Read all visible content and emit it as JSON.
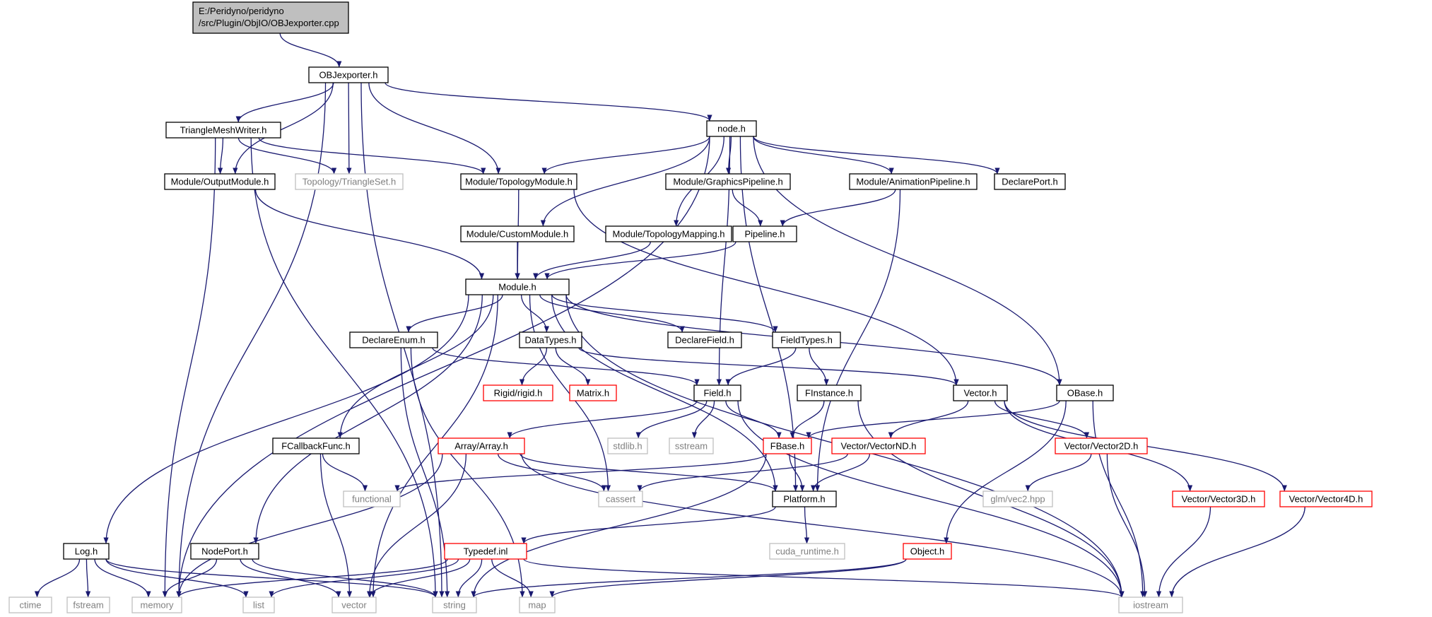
{
  "colors": {
    "edge": "#191970",
    "border_normal": "#000000",
    "border_root": "#000000",
    "border_ref": "#ff0000",
    "border_ext": "#bfbfbf",
    "fill_root": "#bfbfbf",
    "fill_normal": "#ffffff",
    "text_normal": "#000000",
    "text_ext": "#808080"
  },
  "nodes": {
    "root": {
      "lines": [
        "E:/Peridyno/peridyno",
        "/src/Plugin/ObjIO/OBJexporter.cpp"
      ],
      "kind": "root"
    },
    "objexporter": {
      "label": "OBJexporter.h",
      "kind": "normal"
    },
    "trianglemeshwriter": {
      "label": "TriangleMeshWriter.h",
      "kind": "normal"
    },
    "node": {
      "label": "node.h",
      "kind": "normal"
    },
    "outputmodule": {
      "label": "Module/OutputModule.h",
      "kind": "normal"
    },
    "triangleset": {
      "label": "Topology/TriangleSet.h",
      "kind": "ext"
    },
    "topologymodule": {
      "label": "Module/TopologyModule.h",
      "kind": "normal"
    },
    "graphicspipeline": {
      "label": "Module/GraphicsPipeline.h",
      "kind": "normal"
    },
    "animationpipeline": {
      "label": "Module/AnimationPipeline.h",
      "kind": "normal"
    },
    "declareport": {
      "label": "DeclarePort.h",
      "kind": "normal"
    },
    "custommodule": {
      "label": "Module/CustomModule.h",
      "kind": "normal"
    },
    "topologymapping": {
      "label": "Module/TopologyMapping.h",
      "kind": "normal"
    },
    "pipeline": {
      "label": "Pipeline.h",
      "kind": "normal"
    },
    "module": {
      "label": "Module.h",
      "kind": "normal"
    },
    "declareenum": {
      "label": "DeclareEnum.h",
      "kind": "normal"
    },
    "datatypes": {
      "label": "DataTypes.h",
      "kind": "normal"
    },
    "declarefield": {
      "label": "DeclareField.h",
      "kind": "normal"
    },
    "fieldtypes": {
      "label": "FieldTypes.h",
      "kind": "normal"
    },
    "rigid": {
      "label": "Rigid/rigid.h",
      "kind": "ref"
    },
    "matrix": {
      "label": "Matrix.h",
      "kind": "ref"
    },
    "field": {
      "label": "Field.h",
      "kind": "normal"
    },
    "finstance": {
      "label": "FInstance.h",
      "kind": "normal"
    },
    "vector": {
      "label": "Vector.h",
      "kind": "normal"
    },
    "obase": {
      "label": "OBase.h",
      "kind": "normal"
    },
    "fcallbackfunc": {
      "label": "FCallbackFunc.h",
      "kind": "normal"
    },
    "arrayh": {
      "label": "Array/Array.h",
      "kind": "ref"
    },
    "stdlib": {
      "label": "stdlib.h",
      "kind": "ext"
    },
    "sstream": {
      "label": "sstream",
      "kind": "ext"
    },
    "fbase": {
      "label": "FBase.h",
      "kind": "ref"
    },
    "vectornd": {
      "label": "Vector/VectorND.h",
      "kind": "ref"
    },
    "vector2d": {
      "label": "Vector/Vector2D.h",
      "kind": "ref"
    },
    "functional": {
      "label": "functional",
      "kind": "ext"
    },
    "cassert": {
      "label": "cassert",
      "kind": "ext"
    },
    "platform": {
      "label": "Platform.h",
      "kind": "normal"
    },
    "glmvec2": {
      "label": "glm/vec2.hpp",
      "kind": "ext"
    },
    "vector3d": {
      "label": "Vector/Vector3D.h",
      "kind": "ref"
    },
    "vector4d": {
      "label": "Vector/Vector4D.h",
      "kind": "ref"
    },
    "cudaruntime": {
      "label": "cuda_runtime.h",
      "kind": "ext"
    },
    "log": {
      "label": "Log.h",
      "kind": "normal"
    },
    "nodeport": {
      "label": "NodePort.h",
      "kind": "normal"
    },
    "typedef": {
      "label": "Typedef.inl",
      "kind": "ref"
    },
    "object": {
      "label": "Object.h",
      "kind": "ref"
    },
    "ctime": {
      "label": "ctime",
      "kind": "ext"
    },
    "fstream": {
      "label": "fstream",
      "kind": "ext"
    },
    "memory": {
      "label": "memory",
      "kind": "ext"
    },
    "list": {
      "label": "list",
      "kind": "ext"
    },
    "vectorstd": {
      "label": "vector",
      "kind": "ext"
    },
    "string": {
      "label": "string",
      "kind": "ext"
    },
    "map": {
      "label": "map",
      "kind": "ext"
    },
    "iostream": {
      "label": "iostream",
      "kind": "ext"
    }
  },
  "edges": [
    [
      "root",
      "objexporter"
    ],
    [
      "objexporter",
      "trianglemeshwriter"
    ],
    [
      "objexporter",
      "outputmodule"
    ],
    [
      "objexporter",
      "triangleset"
    ],
    [
      "objexporter",
      "topologymodule"
    ],
    [
      "objexporter",
      "node"
    ],
    [
      "objexporter",
      "memory"
    ],
    [
      "objexporter",
      "string"
    ],
    [
      "trianglemeshwriter",
      "outputmodule"
    ],
    [
      "trianglemeshwriter",
      "triangleset"
    ],
    [
      "trianglemeshwriter",
      "topologymodule"
    ],
    [
      "trianglemeshwriter",
      "memory"
    ],
    [
      "trianglemeshwriter",
      "string"
    ],
    [
      "node",
      "topologymodule"
    ],
    [
      "node",
      "graphicspipeline"
    ],
    [
      "node",
      "animationpipeline"
    ],
    [
      "node",
      "declareport"
    ],
    [
      "node",
      "custommodule"
    ],
    [
      "node",
      "topologymapping"
    ],
    [
      "node",
      "field"
    ],
    [
      "node",
      "obase"
    ],
    [
      "node",
      "platform"
    ],
    [
      "node",
      "memory"
    ],
    [
      "outputmodule",
      "module"
    ],
    [
      "topologymodule",
      "module"
    ],
    [
      "topologymodule",
      "vector"
    ],
    [
      "graphicspipeline",
      "pipeline"
    ],
    [
      "animationpipeline",
      "pipeline"
    ],
    [
      "animationpipeline",
      "platform"
    ],
    [
      "custommodule",
      "module"
    ],
    [
      "topologymapping",
      "module"
    ],
    [
      "pipeline",
      "module"
    ],
    [
      "module",
      "declareenum"
    ],
    [
      "module",
      "datatypes"
    ],
    [
      "module",
      "declarefield"
    ],
    [
      "module",
      "fieldtypes"
    ],
    [
      "module",
      "obase"
    ],
    [
      "module",
      "log"
    ],
    [
      "module",
      "nodeport"
    ],
    [
      "module",
      "fcallbackfunc"
    ],
    [
      "module",
      "vectorstd"
    ],
    [
      "module",
      "cassert"
    ],
    [
      "module",
      "platform"
    ],
    [
      "module",
      "iostream"
    ],
    [
      "declareenum",
      "field"
    ],
    [
      "declareenum",
      "string"
    ],
    [
      "declareenum",
      "map"
    ],
    [
      "datatypes",
      "rigid"
    ],
    [
      "datatypes",
      "matrix"
    ],
    [
      "datatypes",
      "vector"
    ],
    [
      "fieldtypes",
      "field"
    ],
    [
      "fieldtypes",
      "finstance"
    ],
    [
      "field",
      "arrayh"
    ],
    [
      "field",
      "stdlib"
    ],
    [
      "field",
      "sstream"
    ],
    [
      "field",
      "fbase"
    ],
    [
      "field",
      "iostream"
    ],
    [
      "finstance",
      "fbase"
    ],
    [
      "finstance",
      "iostream"
    ],
    [
      "vector",
      "vectornd"
    ],
    [
      "vector",
      "vector2d"
    ],
    [
      "vector",
      "vector3d"
    ],
    [
      "vector",
      "vector4d"
    ],
    [
      "obase",
      "fbase"
    ],
    [
      "obase",
      "object"
    ],
    [
      "obase",
      "iostream"
    ],
    [
      "fcallbackfunc",
      "functional"
    ],
    [
      "fcallbackfunc",
      "vectorstd"
    ],
    [
      "arrayh",
      "platform"
    ],
    [
      "arrayh",
      "cassert"
    ],
    [
      "arrayh",
      "memory"
    ],
    [
      "arrayh",
      "vectorstd"
    ],
    [
      "arrayh",
      "iostream"
    ],
    [
      "fbase",
      "platform"
    ],
    [
      "fbase",
      "functional"
    ],
    [
      "fbase",
      "string"
    ],
    [
      "vectornd",
      "platform"
    ],
    [
      "vectornd",
      "cassert"
    ],
    [
      "vector2d",
      "glmvec2"
    ],
    [
      "vector2d",
      "iostream"
    ],
    [
      "vector3d",
      "iostream"
    ],
    [
      "vector4d",
      "iostream"
    ],
    [
      "platform",
      "cudaruntime"
    ],
    [
      "platform",
      "typedef"
    ],
    [
      "log",
      "ctime"
    ],
    [
      "log",
      "fstream"
    ],
    [
      "log",
      "memory"
    ],
    [
      "log",
      "list"
    ],
    [
      "log",
      "string"
    ],
    [
      "nodeport",
      "memory"
    ],
    [
      "nodeport",
      "vectorstd"
    ],
    [
      "nodeport",
      "string"
    ],
    [
      "typedef",
      "memory"
    ],
    [
      "typedef",
      "list"
    ],
    [
      "typedef",
      "vectorstd"
    ],
    [
      "typedef",
      "string"
    ],
    [
      "typedef",
      "map"
    ],
    [
      "typedef",
      "iostream"
    ],
    [
      "object",
      "string"
    ],
    [
      "object",
      "map"
    ]
  ]
}
